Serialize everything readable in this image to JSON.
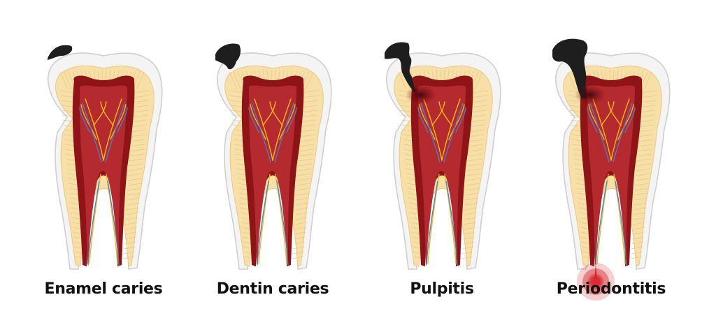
{
  "stages": [
    {
      "label": "Enamel caries",
      "decay_depth": "enamel",
      "abscess": false
    },
    {
      "label": "Dentin caries",
      "decay_depth": "dentin",
      "abscess": false
    },
    {
      "label": "Pulpitis",
      "decay_depth": "pulp",
      "abscess": false
    },
    {
      "label": "Periodontitis",
      "decay_depth": "pulp",
      "abscess": true
    }
  ],
  "colors": {
    "enamel": "#f4f4f4",
    "enamel_outline": "#cfcfcf",
    "dentin": "#f7dfa8",
    "dentin_lines": "#e8c27a",
    "pulp_outer": "#8e1418",
    "pulp_inner": "#b52a2e",
    "nerve_yellow": "#f2b81e",
    "vessel_blue": "#4a7fc9",
    "decay": "#1e1e1e",
    "inflammation": "#d4242b",
    "label_text": "#111111"
  }
}
